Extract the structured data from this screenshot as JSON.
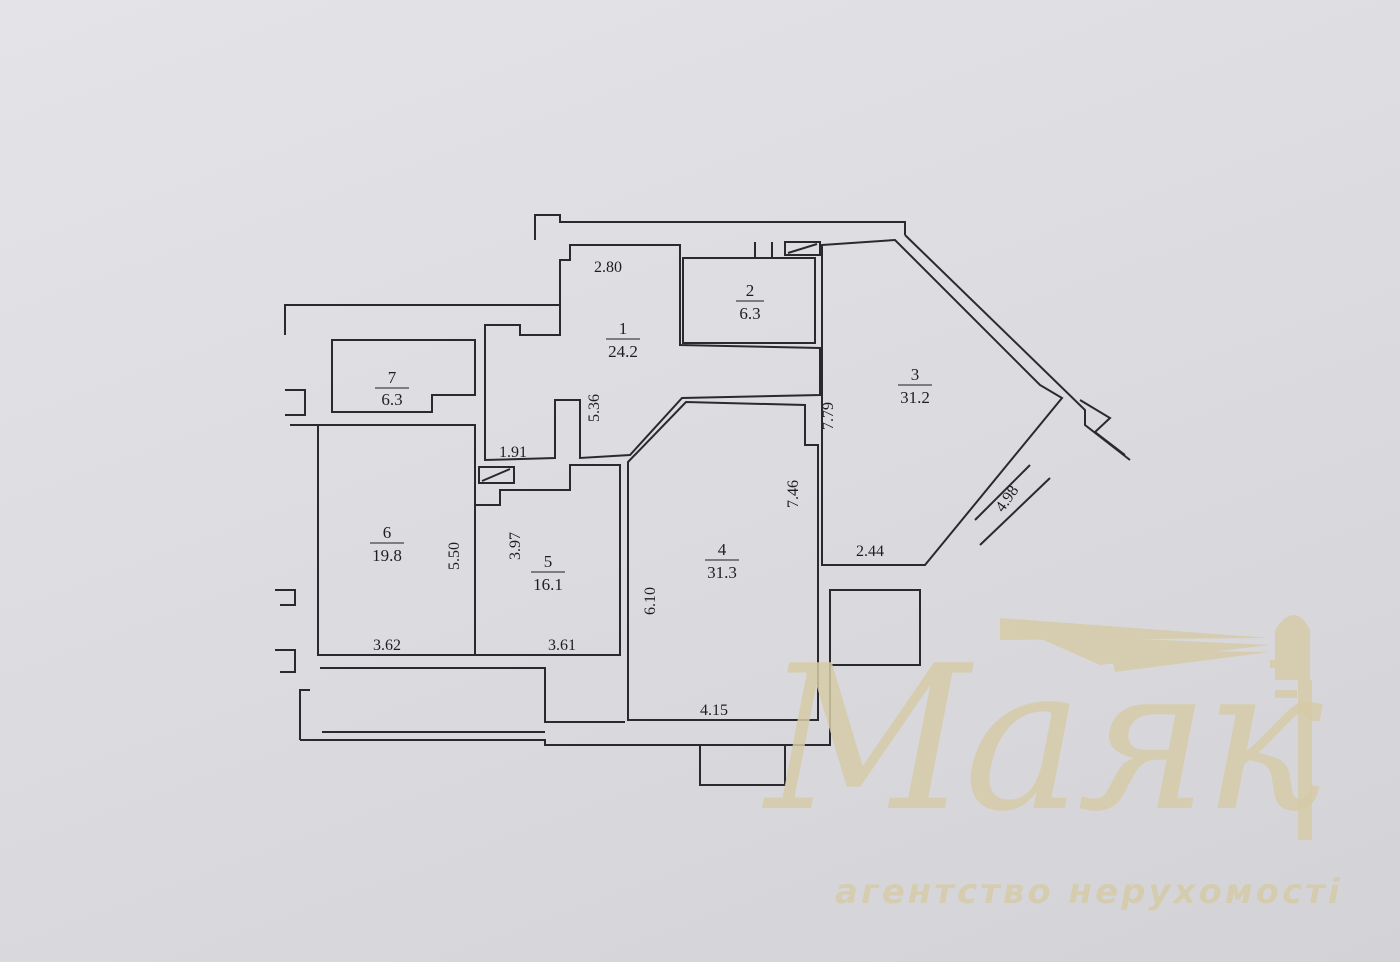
{
  "rooms": [
    {
      "number": "1",
      "area": "24.2"
    },
    {
      "number": "2",
      "area": "6.3"
    },
    {
      "number": "3",
      "area": "31.2"
    },
    {
      "number": "4",
      "area": "31.3"
    },
    {
      "number": "5",
      "area": "16.1"
    },
    {
      "number": "6",
      "area": "19.8"
    },
    {
      "number": "7",
      "area": "6.3"
    }
  ],
  "dimensions": [
    "2.80",
    "5.36",
    "1.91",
    "7.79",
    "4.98",
    "2.44",
    "7.46",
    "6.10",
    "3.97",
    "5.50",
    "3.62",
    "3.61",
    "4.15"
  ],
  "watermark": {
    "brand": "Маяк",
    "tagline": "агентство нерухомості",
    "color": "#d6cba8"
  }
}
